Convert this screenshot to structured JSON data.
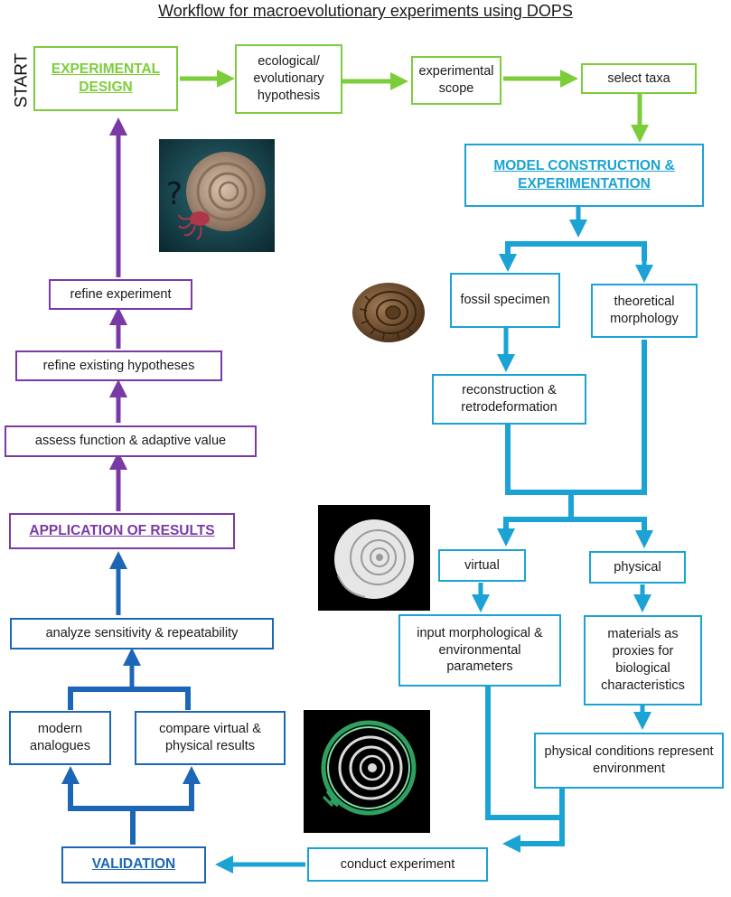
{
  "title": "Workflow for macroevolutionary experiments using DOPS",
  "start_label": "START",
  "boxes": {
    "experimental_design": "EXPERIMENTAL DESIGN",
    "hypothesis": "ecological/ evolutionary hypothesis",
    "experimental_scope": "experimental scope",
    "select_taxa": "select taxa",
    "model_construction": "MODEL CONSTRUCTION & EXPERIMENTATION",
    "fossil_specimen": "fossil specimen",
    "theoretical_morphology": "theoretical morphology",
    "reconstruction": "reconstruction & retrodeformation",
    "virtual": "virtual",
    "physical": "physical",
    "input_parameters": "input morphological & environmental parameters",
    "materials_proxies": "materials as proxies for biological characteristics",
    "physical_conditions": "physical conditions represent environment",
    "conduct_experiment": "conduct experiment",
    "validation": "VALIDATION",
    "modern_analogues": "modern analogues",
    "compare_results": "compare virtual & physical results",
    "analyze_sensitivity": "analyze sensitivity & repeatability",
    "application_results": "APPLICATION OF RESULTS",
    "assess_function": "assess function & adaptive value",
    "refine_hypotheses": "refine existing hypotheses",
    "refine_experiment": "refine experiment",
    "question_mark": "?"
  },
  "colors": {
    "green": "#7ccd3a",
    "cyan": "#1aa3d4",
    "blue": "#1c66b8",
    "purple": "#7a3aa6"
  },
  "icons": {
    "ammonite_with_question": "ammonite-question-icon",
    "fossil_ammonite": "fossil-ammonite-icon",
    "virtual_shell": "virtual-shell-icon",
    "flow_simulation_shell": "flow-simulation-icon"
  }
}
